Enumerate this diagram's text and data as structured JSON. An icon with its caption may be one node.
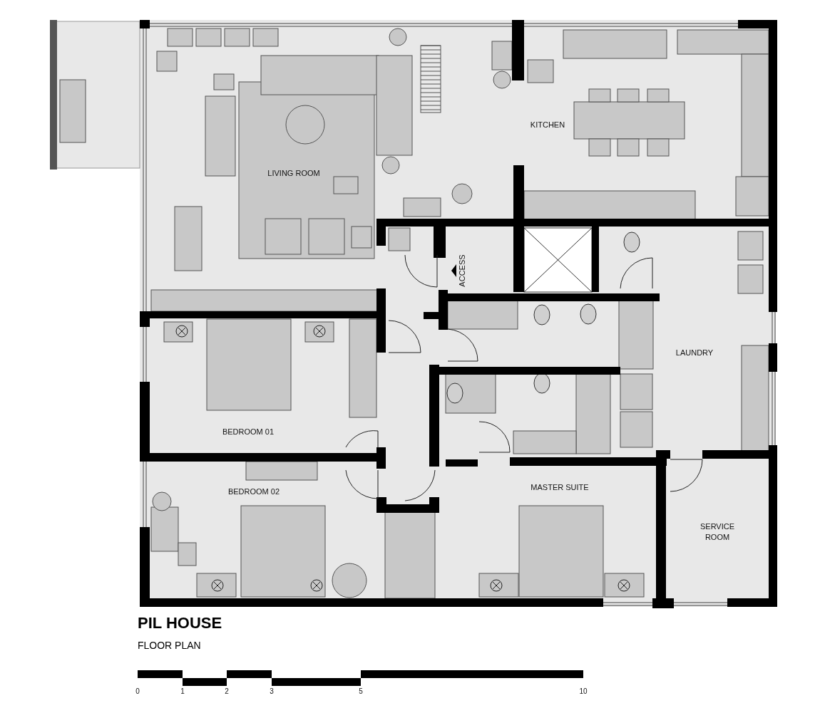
{
  "diagram": {
    "title": "PIL HOUSE",
    "caption": "FLOOR PLAN",
    "labels": [
      "KITCHEN",
      "LIVING ROOM",
      "ACCESS",
      "LAUNDRY",
      "BEDROOM 01",
      "MASTER SUITE",
      "BEDROOM 02",
      "SERVICE ROOM",
      "0",
      "1",
      "2",
      "3",
      "5",
      "10"
    ]
  }
}
